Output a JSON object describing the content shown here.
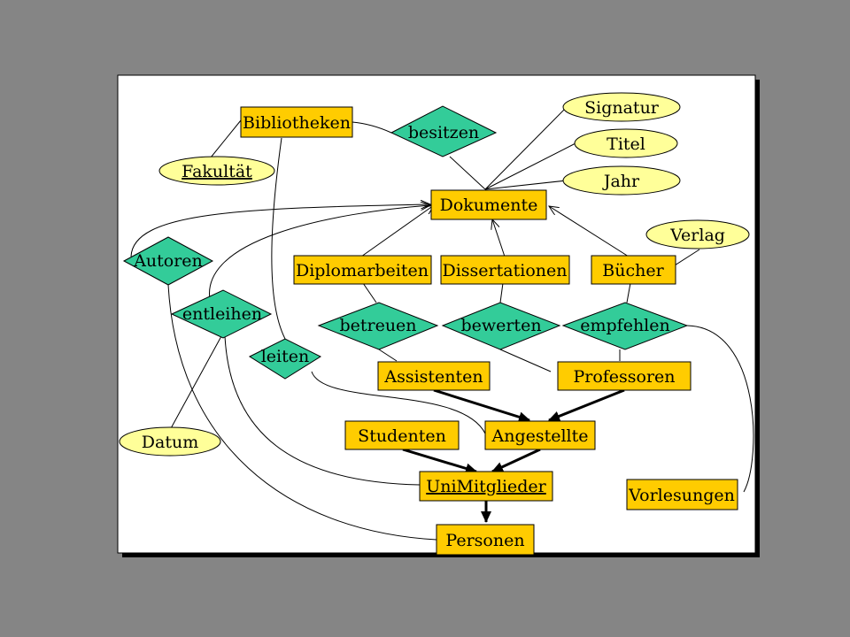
{
  "entities": {
    "bibliotheken": "Bibliotheken",
    "dokumente": "Dokumente",
    "diplomarbeiten": "Diplomarbeiten",
    "dissertationen": "Dissertationen",
    "buecher": "Bücher",
    "assistenten": "Assistenten",
    "professoren": "Professoren",
    "studenten": "Studenten",
    "angestellte": "Angestellte",
    "unimitglieder": "UniMitglieder",
    "personen": "Personen",
    "vorlesungen": "Vorlesungen"
  },
  "relationships": {
    "besitzen": "besitzen",
    "autoren": "Autoren",
    "entleihen": "entleihen",
    "leiten": "leiten",
    "betreuen": "betreuen",
    "bewerten": "bewerten",
    "empfehlen": "empfehlen"
  },
  "attributes": {
    "signatur": "Signatur",
    "titel": "Titel",
    "jahr": "Jahr",
    "fakultaet": "Fakultät",
    "verlag": "Verlag",
    "datum": "Datum"
  },
  "colors": {
    "entity_fill": "#ffcc00",
    "relationship_fill": "#33cc99",
    "attribute_fill": "#ffff99",
    "slide_background": "#ffffff",
    "page_background": "#858585"
  }
}
